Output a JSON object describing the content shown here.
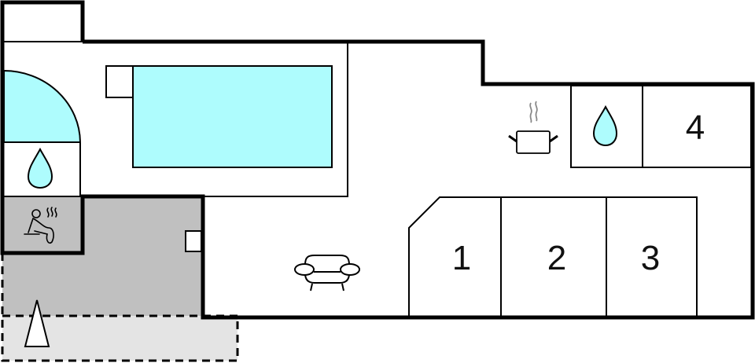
{
  "plan": {
    "colors": {
      "wall": "#000000",
      "water": "#aefcfd",
      "terrace_covered": "#c0c0c0",
      "terrace_open": "#e4e4e4",
      "background": "#ffffff"
    },
    "rooms": [
      {
        "id": "bedroom-1",
        "label": "1"
      },
      {
        "id": "bedroom-2",
        "label": "2"
      },
      {
        "id": "bedroom-3",
        "label": "3"
      },
      {
        "id": "bedroom-4",
        "label": "4"
      }
    ],
    "icons": [
      {
        "id": "pool",
        "name": "swimming-pool"
      },
      {
        "id": "whirlpool",
        "name": "whirlpool-quarter-circle"
      },
      {
        "id": "bathroom-1",
        "name": "water-drop-icon"
      },
      {
        "id": "bathroom-2",
        "name": "water-drop-icon"
      },
      {
        "id": "sauna",
        "name": "sauna-icon"
      },
      {
        "id": "kitchen",
        "name": "cooking-pot-icon"
      },
      {
        "id": "living",
        "name": "armchair-icon"
      },
      {
        "id": "entrance",
        "name": "north-arrow-triangle-icon"
      }
    ]
  }
}
